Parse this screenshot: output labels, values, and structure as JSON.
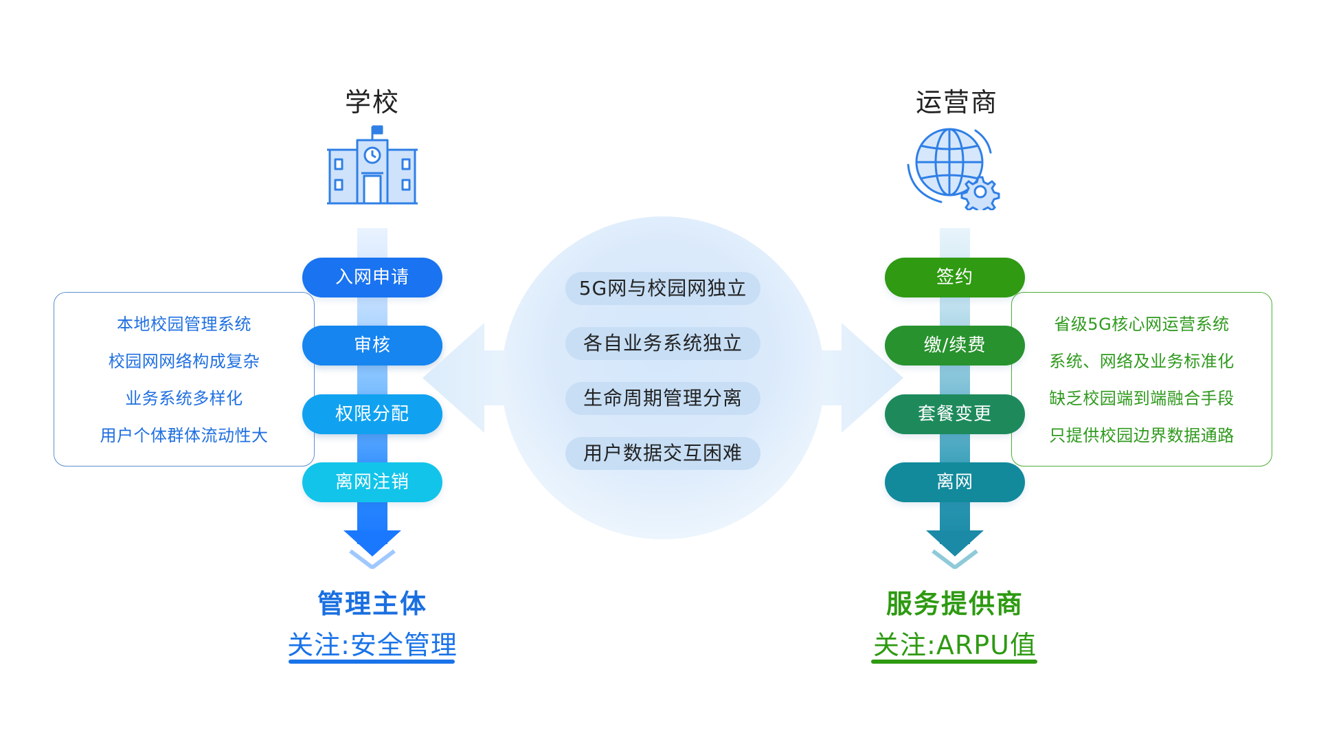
{
  "left": {
    "title": "学校",
    "steps": [
      "入网申请",
      "审核",
      "权限分配",
      "离网注销"
    ],
    "step_colors": [
      "#1a73f0",
      "#1685f0",
      "#10a2f0",
      "#12c4ea"
    ],
    "issues": [
      "本地校园管理系统",
      "校园网网络构成复杂",
      "业务系统多样化",
      "用户个体群体流动性大"
    ],
    "role": "管理主体",
    "focus": "关注:安全管理",
    "accent": "#1a73e8",
    "icon": "school-building-icon"
  },
  "right": {
    "title": "运营商",
    "steps": [
      "签约",
      "缴/续费",
      "套餐变更",
      "离网"
    ],
    "step_colors": [
      "#2f9a12",
      "#28922e",
      "#1e8a5c",
      "#128a9c"
    ],
    "issues": [
      "省级5G核心网运营系统",
      "系统、网络及业务标准化",
      "缺乏校园端到端融合手段",
      "只提供校园边界数据通路"
    ],
    "role": "服务提供商",
    "focus": "关注:ARPU值",
    "accent": "#2e9a12",
    "icon": "globe-gear-icon"
  },
  "center": {
    "items": [
      "5G网与校园网独立",
      "各自业务系统独立",
      "生命周期管理分离",
      "用户数据交互困难"
    ]
  }
}
